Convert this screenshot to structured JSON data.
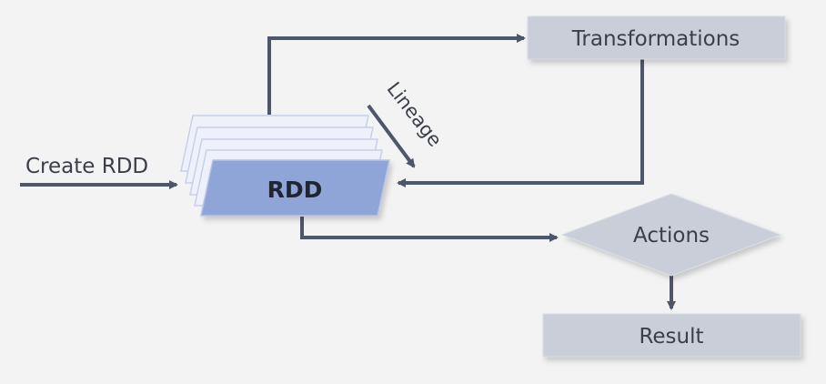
{
  "labels": {
    "create_rdd": "Create RDD",
    "rdd": "RDD",
    "lineage": "Lineage",
    "transformations": "Transformations",
    "actions": "Actions",
    "result": "Result"
  },
  "colors": {
    "background": "#f3f3f4",
    "arrow": "#4e5769",
    "box_fill": "#c9ced8",
    "rdd_fill": "#8fa5d8",
    "rdd_stack_fill": "#eef1fa",
    "rdd_stack_stroke": "#c7d0ea",
    "text": "#3a3f4a"
  }
}
